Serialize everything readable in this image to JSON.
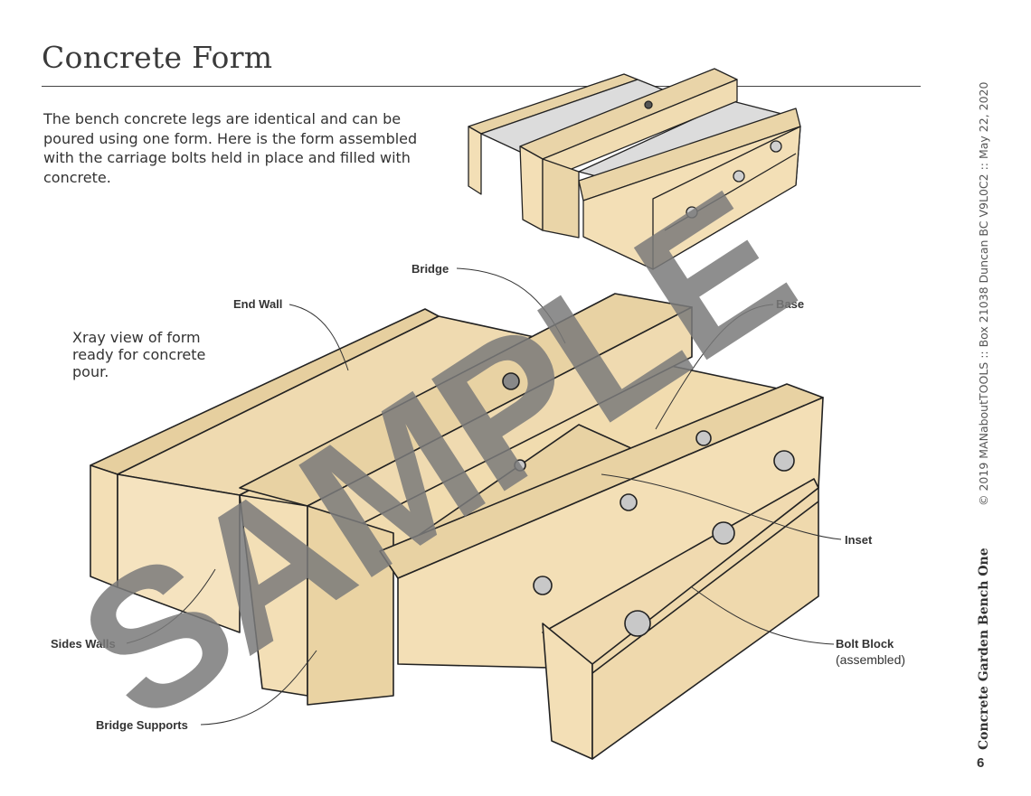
{
  "page": {
    "title": "Concrete Form",
    "intro": "The bench concrete legs are identical and can be poured using one form. Here is the form assembled with the carriage bolts held in place and filled with concrete.",
    "xray_caption": "Xray view of form ready for concrete pour.",
    "page_number": "6"
  },
  "labels": {
    "bridge": "Bridge",
    "end_wall": "End Wall",
    "base": "Base",
    "inset": "Inset",
    "sides_walls": "Sides Walls",
    "bolt_block": "Bolt Block",
    "bolt_block_sub": "(assembled)",
    "bridge_supports": "Bridge Supports"
  },
  "sidebar": {
    "copyright": "© 2019 MANaboutTOOLS :: Box 21038 Duncan BC V9L0C2 :: May 22, 2020",
    "book_title": "Concrete Garden Bench One"
  },
  "watermark": {
    "text": "SAMPLE",
    "color": "#7a7a7a"
  },
  "colors": {
    "wood": "#f3dfb6",
    "wood_dark": "#e3c993",
    "concrete": "#dcdcdc",
    "edge": "#222222"
  }
}
